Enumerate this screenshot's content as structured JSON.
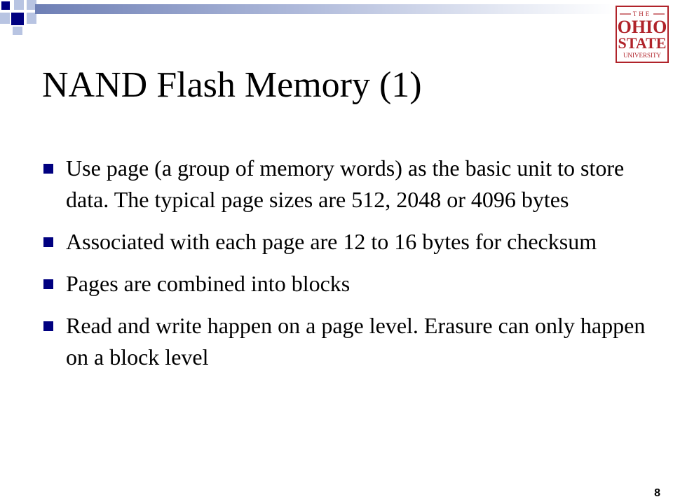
{
  "slide": {
    "title": "NAND Flash Memory (1)",
    "bullets": [
      {
        "text": "Use page (a group of memory words) as the basic unit to store data. The typical page sizes are 512, 2048 or 4096 bytes"
      },
      {
        "text": "Associated with each page are 12 to 16 bytes for checksum"
      },
      {
        "text": "Pages are combined into blocks"
      },
      {
        "text": "Read and write happen on a page level. Erasure can only happen on a block level"
      }
    ],
    "page_number": "8"
  },
  "logo": {
    "top_text": "THE",
    "line1": "OHIO",
    "line2": "STATE",
    "line3": "UNIVERSITY"
  },
  "colors": {
    "accent": "#000080",
    "accent_light": "#b8c4e2",
    "logo_red": "#b0232a"
  }
}
